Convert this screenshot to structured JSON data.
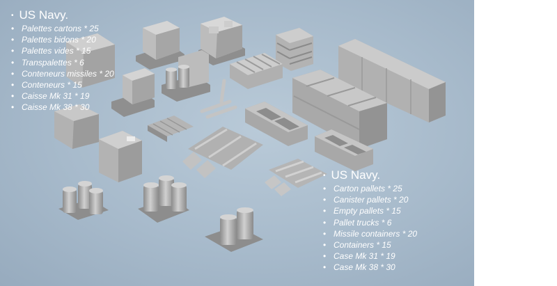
{
  "legend_fr": {
    "title": "US Navy.",
    "items": [
      "Palettes cartons * 25",
      "Palettes bidons * 20",
      "Palettes vides * 15",
      "Transpalettes * 6",
      "Conteneurs missiles * 20",
      "Conteneurs * 15",
      "Caisse Mk 31 * 19",
      "Caisse Mk 38 * 30"
    ]
  },
  "legend_en": {
    "title": "US Navy.",
    "items": [
      "Carton pallets * 25",
      "Canister pallets * 20",
      "Empty pallets * 15",
      "Pallet trucks * 6",
      "Missile containers * 20",
      "Containers * 15",
      "Case Mk 31 * 19",
      "Case Mk 38 * 30"
    ]
  },
  "colors": {
    "background": "#a7bacb",
    "model_light": "#c9c9c9",
    "model_mid": "#a8a8a8",
    "model_dark": "#838383",
    "text": "#ffffff"
  }
}
